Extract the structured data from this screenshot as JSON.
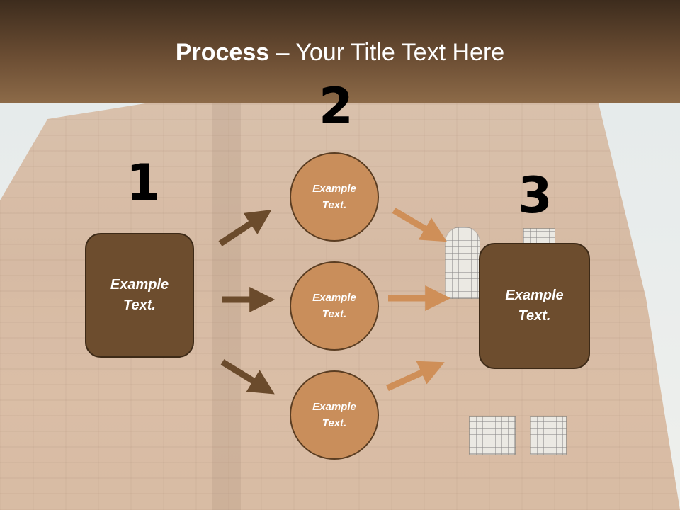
{
  "title": {
    "bold": "Process",
    "rest": " – Your Title Text Here"
  },
  "steps": {
    "one": "1",
    "two": "2",
    "three": "3"
  },
  "left_box": {
    "text": "Example Text."
  },
  "right_box": {
    "text": "Example Text."
  },
  "circles": [
    {
      "text": "Example Text."
    },
    {
      "text": "Example Text."
    },
    {
      "text": "Example Text."
    }
  ],
  "colors": {
    "banner": "#6b4d33",
    "box_fill": "#6d4d2e",
    "circle_fill": "#c98e5b",
    "arrow_dark": "#6b4b2c",
    "arrow_light": "#cf8f58"
  }
}
